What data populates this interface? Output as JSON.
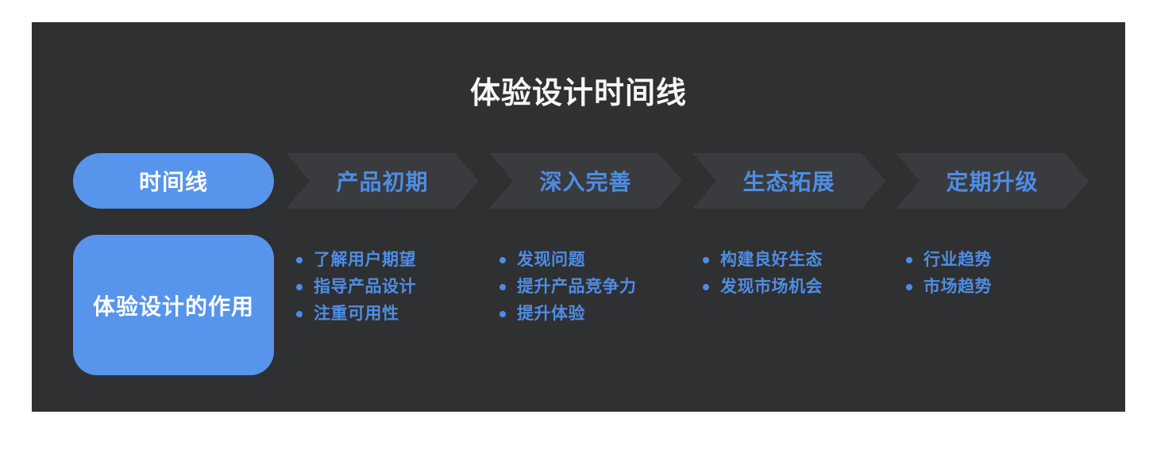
{
  "title": "体验设计时间线",
  "colors": {
    "page_bg": "#ffffff",
    "panel_bg": "#2f3032",
    "arrow_bg": "#3a3b3e",
    "accent_blue": "#5794ec",
    "blue_text": "#4e8de5",
    "white_text": "#f5f6f8"
  },
  "timeline": {
    "lead_label": "时间线",
    "role_box_label": "体验设计的作用",
    "stages": [
      {
        "label": "产品初期",
        "points": [
          "了解用户期望",
          "指导产品设计",
          "注重可用性"
        ]
      },
      {
        "label": "深入完善",
        "points": [
          "发现问题",
          "提升产品竞争力",
          "提升体验"
        ]
      },
      {
        "label": "生态拓展",
        "points": [
          "构建良好生态",
          "发现市场机会"
        ]
      },
      {
        "label": "定期升级",
        "points": [
          "行业趋势",
          "市场趋势"
        ]
      }
    ]
  }
}
